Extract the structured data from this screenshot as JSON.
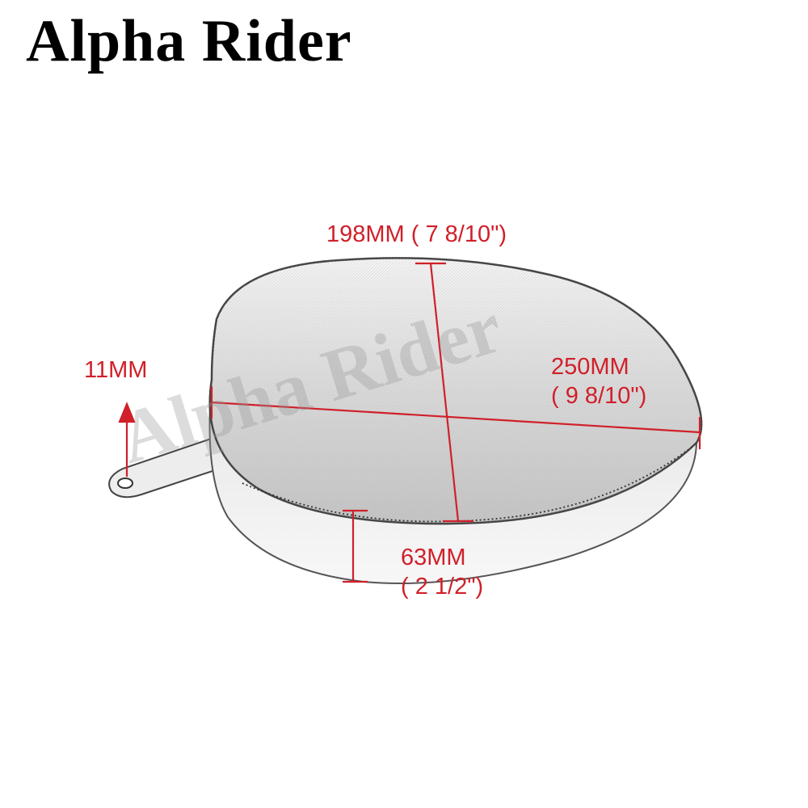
{
  "brand": {
    "name": "Alpha Rider"
  },
  "watermark": "Alpha Rider",
  "dimensions": {
    "width": {
      "value": "198MM",
      "imperial": "( 7  8/10\")"
    },
    "length": {
      "value": "250MM",
      "imperial": "( 9  8/10\")"
    },
    "height": {
      "value": "63MM",
      "imperial": "( 2  1/2\")"
    },
    "bracket": {
      "value": "11MM"
    }
  },
  "colors": {
    "dimension": "#d0202a",
    "brand": "#000000"
  }
}
